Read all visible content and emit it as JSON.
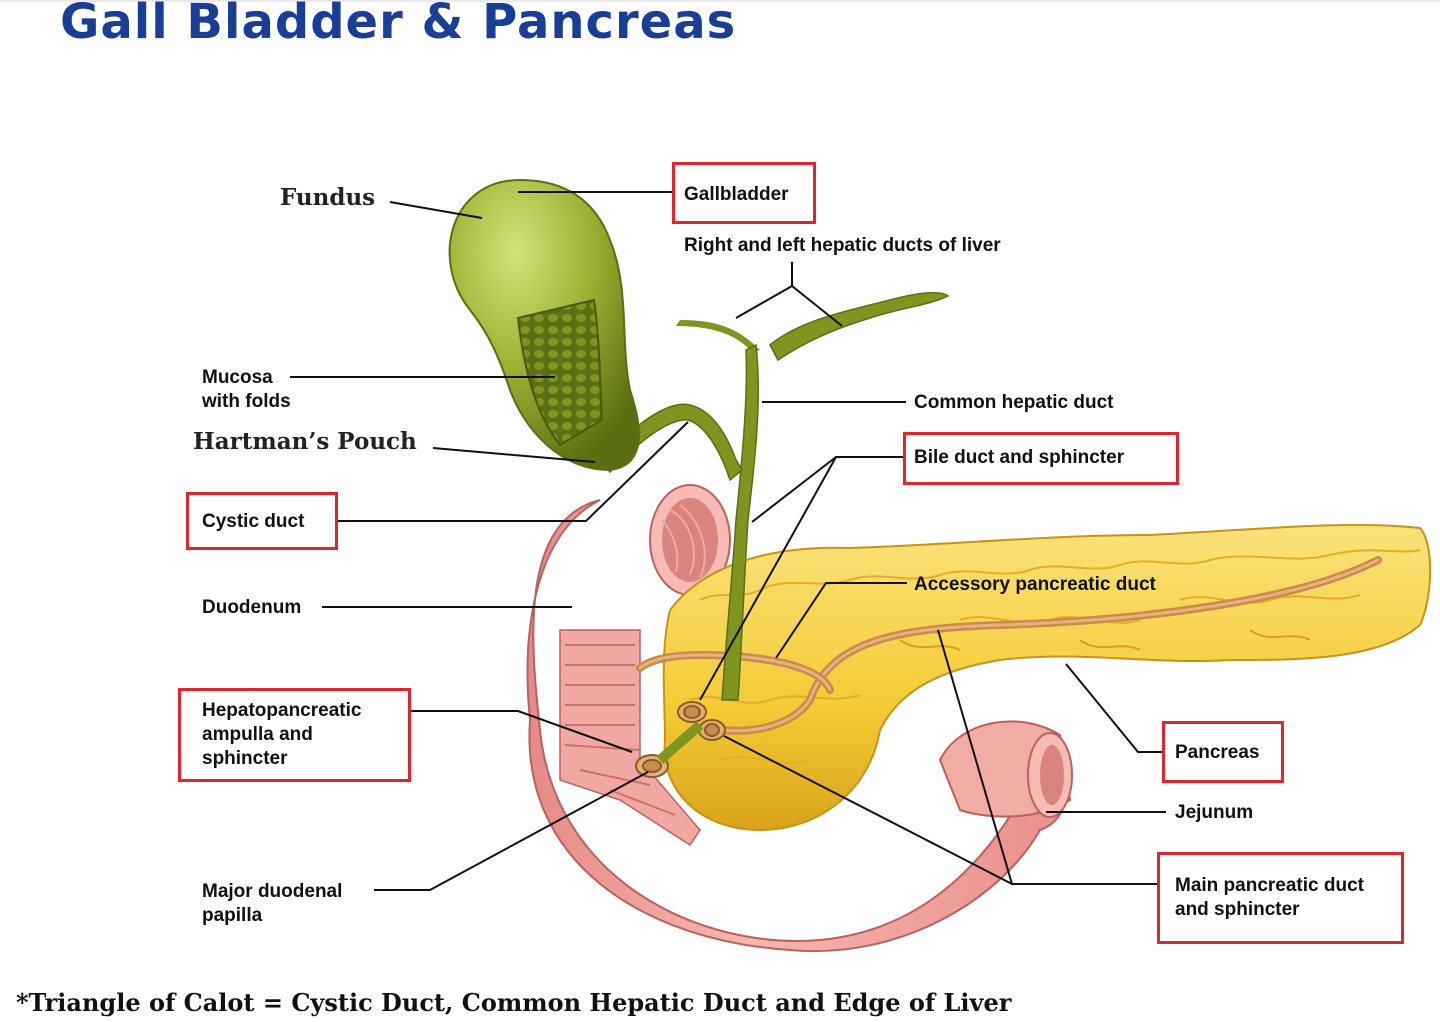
{
  "title": "Gall Bladder & Pancreas",
  "labels": {
    "gallbladder": "Gallbladder",
    "fundus": "Fundus",
    "hepatic_ducts": "Right and left hepatic ducts of liver",
    "mucosa": "Mucosa\nwith folds",
    "common_hepatic": "Common hepatic duct",
    "hartman": "Hartman’s Pouch",
    "bile_duct": "Bile duct and sphincter",
    "cystic_duct": "Cystic duct",
    "accessory": "Accessory pancreatic duct",
    "duodenum": "Duodenum",
    "ampulla": "Hepatopancreatic\nampulla and\nsphincter",
    "pancreas": "Pancreas",
    "jejunum": "Jejunum",
    "papilla": "Major duodenal\npapilla",
    "main_duct": "Main pancreatic duct\nand sphincter"
  },
  "footnote": "*Triangle of Calot = Cystic Duct, Common Hepatic Duct and Edge of Liver",
  "colors": {
    "title": "#1a3d96",
    "highlight_box": "#e0262a",
    "gallbladder": "#8fa52a",
    "pancreas": "#f5cf3a",
    "duodenum": "#f0a5a0",
    "duct": "#c98a4e"
  }
}
